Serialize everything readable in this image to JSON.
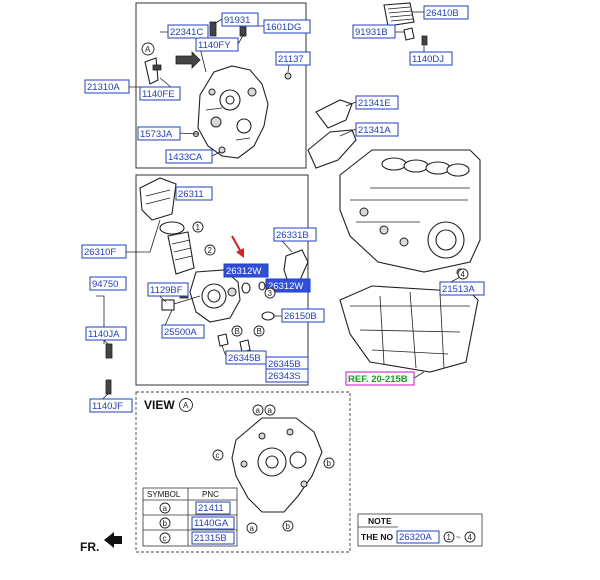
{
  "labels": {
    "c_22341C": "22341C",
    "c_91931": "91931",
    "c_1601DG": "1601DG",
    "c_1140FY": "1140FY",
    "c_21137": "21137",
    "c_21310A": "21310A",
    "c_1140FE": "1140FE",
    "c_1573JA": "1573JA",
    "c_1433CA": "1433CA",
    "c_26410B": "26410B",
    "c_91931B": "91931B",
    "c_1140DJ": "1140DJ",
    "c_21341E": "21341E",
    "c_21341A": "21341A",
    "c_26311": "26311",
    "c_26310F": "26310F",
    "c_26331B": "26331B",
    "c_26312W_a": "26312W",
    "c_26312W_b": "26312W",
    "c_94750": "94750",
    "c_1129BF": "1129BF",
    "c_26150B": "26150B",
    "c_25500A": "25500A",
    "c_1140JA": "1140JA",
    "c_26345B_a": "26345B",
    "c_26345B_b": "26345B",
    "c_26343S": "26343S",
    "c_21513A": "21513A",
    "c_1140JF": "1140JF",
    "c_21411": "21411",
    "c_1140GA": "1140GA",
    "c_21315B": "21315B",
    "c_26320A": "26320A"
  },
  "ref": "REF. 20-215B",
  "view": {
    "title": "VIEW",
    "letter": "A"
  },
  "callouts": {
    "a": "a",
    "b": "b",
    "c": "c",
    "n1": "1",
    "n2": "2",
    "n3": "3",
    "n4": "4",
    "A": "A",
    "B": "B"
  },
  "symbol_table": {
    "col_symbol": "SYMBOL",
    "col_pnc": "PNC"
  },
  "note": {
    "title": "NOTE",
    "line": "THE NO",
    "range_sep": "~"
  },
  "fr": "FR."
}
